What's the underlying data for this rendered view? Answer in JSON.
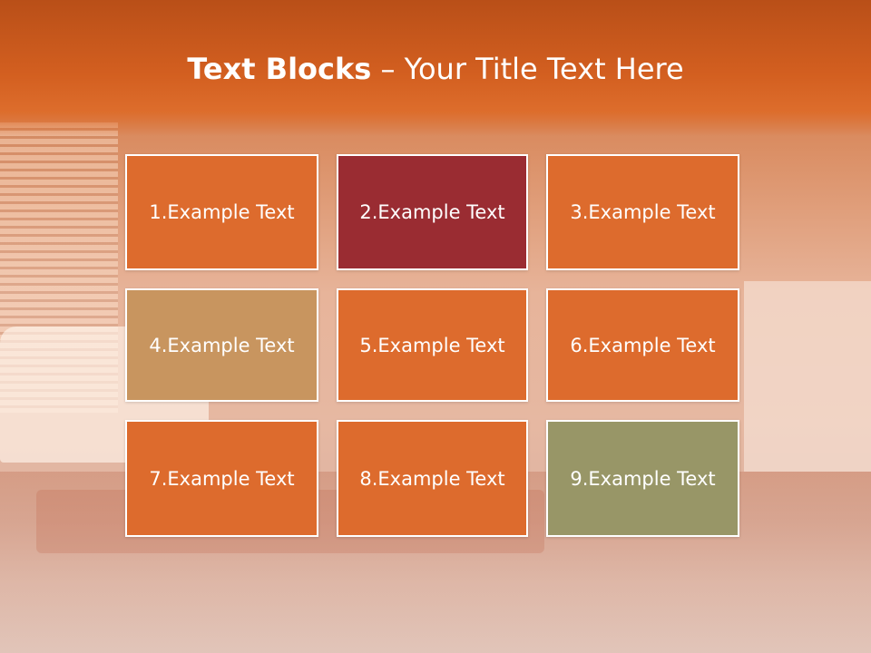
{
  "title": {
    "bold": "Text Blocks",
    "dash": "–",
    "rest": "Your Title Text Here"
  },
  "colors": {
    "header": "#d35f20",
    "block_default": "#dd6b2d",
    "block_red": "#9a2c32",
    "block_tan": "#c8955f",
    "block_olive": "#989667"
  },
  "blocks": [
    {
      "label": "1.Example Text",
      "color": "#dd6b2d"
    },
    {
      "label": "2.Example Text",
      "color": "#9a2c32"
    },
    {
      "label": "3.Example Text",
      "color": "#dd6b2d"
    },
    {
      "label": "4.Example Text",
      "color": "#c8955f"
    },
    {
      "label": "5.Example Text",
      "color": "#dd6b2d"
    },
    {
      "label": "6.Example Text",
      "color": "#dd6b2d"
    },
    {
      "label": "7.Example Text",
      "color": "#dd6b2d"
    },
    {
      "label": "8.Example Text",
      "color": "#dd6b2d"
    },
    {
      "label": "9.Example Text",
      "color": "#989667"
    }
  ]
}
